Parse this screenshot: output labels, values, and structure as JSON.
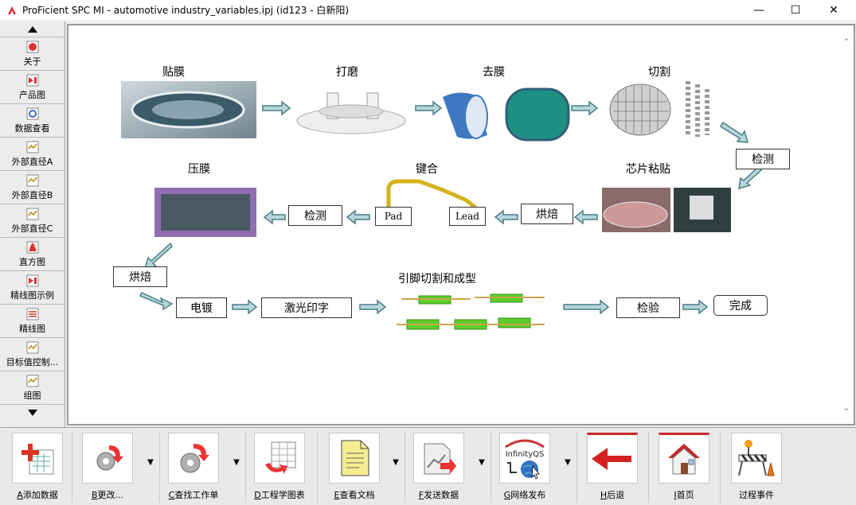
{
  "window": {
    "title": "ProFicient SPC MI - automotive industry_variables.ipj (id123 - 白新阳)",
    "minimize_glyph": "—",
    "maximize_glyph": "☐",
    "close_glyph": "✕"
  },
  "sidebar": {
    "items": [
      {
        "label": "关于",
        "icon": "about-icon"
      },
      {
        "label": "产品图",
        "icon": "product-chart-icon"
      },
      {
        "label": "数据查看",
        "icon": "data-view-icon"
      },
      {
        "label": "外部直径A",
        "icon": "chart-icon"
      },
      {
        "label": "外部直径B",
        "icon": "chart-icon"
      },
      {
        "label": "外部直径C",
        "icon": "chart-icon"
      },
      {
        "label": "直方图",
        "icon": "histogram-icon"
      },
      {
        "label": "精线图示例",
        "icon": "example-chart-icon"
      },
      {
        "label": "精线图",
        "icon": "line-chart-icon"
      },
      {
        "label": "目标值控制...",
        "icon": "chart-icon"
      },
      {
        "label": "组图",
        "icon": "chart-icon"
      }
    ]
  },
  "diagram": {
    "steps": {
      "tiemo": "贴膜",
      "damo": "打磨",
      "qumo": "去膜",
      "qiege": "切割",
      "jiance1": "检测",
      "xinpian": "芯片粘贴",
      "hongbei1": "烘焙",
      "jianhe": "键合",
      "pad": "Pad",
      "lead": "Lead",
      "jiance2": "检测",
      "yamo": "压膜",
      "hongbei2": "烘焙",
      "diandu": "电镀",
      "jiguang": "激光印字",
      "yinjiao": "引脚切割和成型",
      "jianyan": "检验",
      "wancheng": "完成"
    }
  },
  "toolbar": {
    "buttons": [
      {
        "key": "A",
        "label": "添加数据"
      },
      {
        "key": "B",
        "label": "更改..."
      },
      {
        "key": "C",
        "label": "查找工作单"
      },
      {
        "key": "D",
        "label": "工程学图表"
      },
      {
        "key": "E",
        "label": "查看文档"
      },
      {
        "key": "F",
        "label": "发送数据"
      },
      {
        "key": "G",
        "label": "网络发布"
      },
      {
        "key": "H",
        "label": "后退"
      },
      {
        "key": "I",
        "label": "首页"
      },
      {
        "key": "",
        "label": "过程事件"
      }
    ],
    "infinityqs_text": "InfinityQS"
  },
  "colors": {
    "arrow_fill": "#b7d6da",
    "arrow_stroke": "#4a7d86",
    "back_arrow": "#d32020",
    "home_red": "#c62828"
  }
}
